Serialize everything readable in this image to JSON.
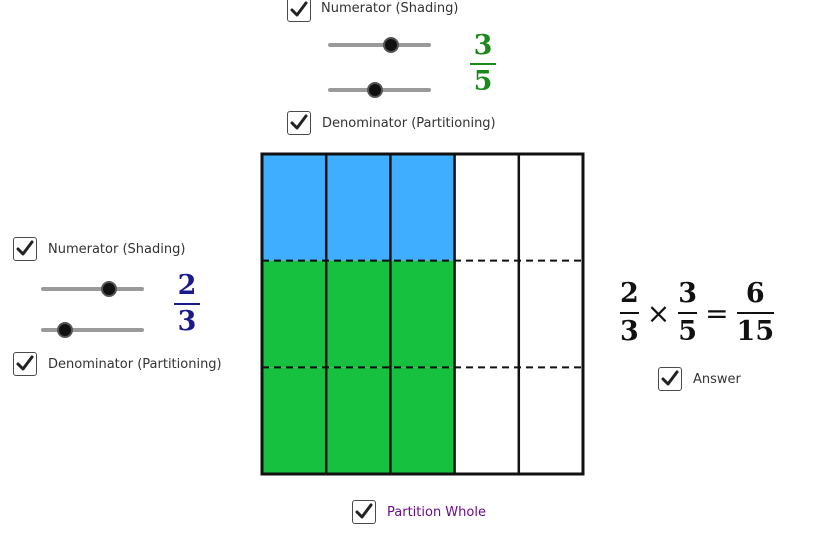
{
  "top": {
    "numerator_checkbox": {
      "label": "Numerator (Shading)",
      "checked": true
    },
    "denominator_checkbox": {
      "label": "Denominator (Partitioning)",
      "checked": true
    },
    "numerator_slider_value": 3,
    "denominator_slider_value": 5,
    "fraction": {
      "numerator": "3",
      "denominator": "5",
      "color": "#1a8a1a"
    }
  },
  "left": {
    "numerator_checkbox": {
      "label": "Numerator (Shading)",
      "checked": true
    },
    "denominator_checkbox": {
      "label": "Denominator (Partitioning)",
      "checked": true
    },
    "numerator_slider_value": 2,
    "denominator_slider_value": 3,
    "fraction": {
      "numerator": "2",
      "denominator": "3",
      "color": "#1a1a8a"
    }
  },
  "grid": {
    "columns": 5,
    "rows": 3,
    "shaded_columns": 3,
    "shaded_rows": 2,
    "colors": {
      "column_only": "#3faeff",
      "overlap": "#16c13f",
      "empty": "#ffffff"
    }
  },
  "equation": {
    "a_num": "2",
    "a_den": "3",
    "times": "×",
    "b_num": "3",
    "b_den": "5",
    "equals": "=",
    "r_num": "6",
    "r_den": "15"
  },
  "answer_checkbox": {
    "label": "Answer",
    "checked": true
  },
  "partition_checkbox": {
    "label": "Partition Whole",
    "checked": true,
    "color": "#6a0d8a"
  }
}
